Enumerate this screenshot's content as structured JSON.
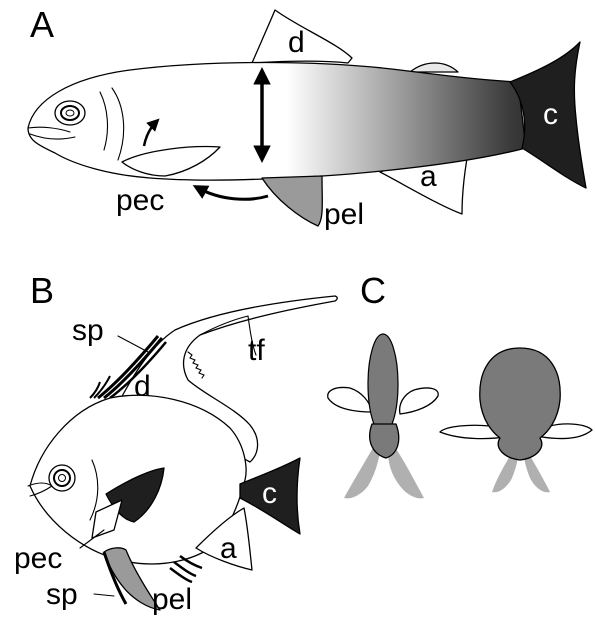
{
  "panels": {
    "A": {
      "letter": "A",
      "fins": {
        "dorsal": "d",
        "caudal": "c",
        "anal": "a",
        "pectoral": "pec",
        "pelvic": "pel"
      }
    },
    "B": {
      "letter": "B",
      "labels": {
        "spine_dorsal": "sp",
        "trailing_filament": "tf",
        "dorsal": "d",
        "caudal": "c",
        "pectoral": "pec",
        "anal": "a",
        "spine_pelvic": "sp",
        "pelvic": "pel"
      }
    },
    "C": {
      "letter": "C"
    }
  },
  "colors": {
    "dark_fin": "#1f1f1f",
    "pelvic_gray": "#9a9a9a",
    "body_gray": "#7a7a7a",
    "light_gray": "#b0b0b0",
    "outline": "#000000",
    "background": "#ffffff"
  }
}
